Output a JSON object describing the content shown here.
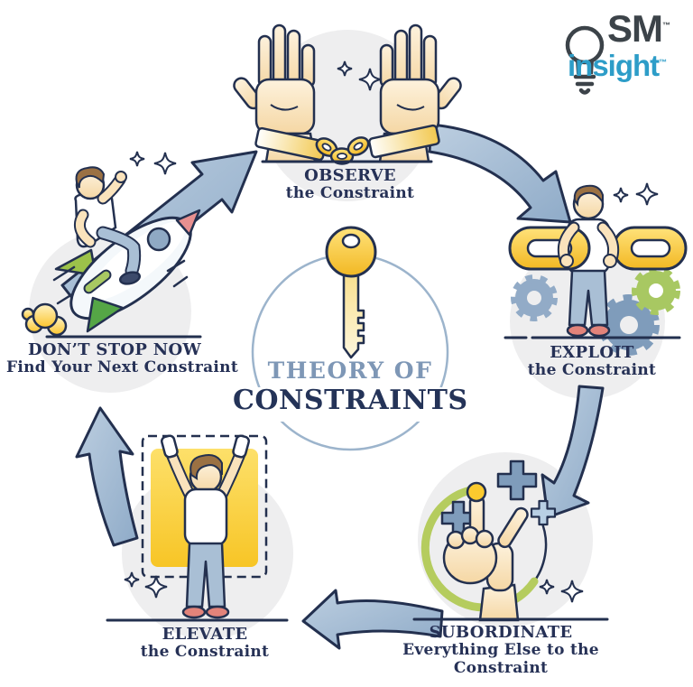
{
  "logo": {
    "sm": "SM",
    "sm_tm": "™",
    "insight": "insight",
    "insight_tm": "™"
  },
  "center": {
    "title_line1": "THEORY OF",
    "title_line2": "CONSTRAINTS"
  },
  "steps": {
    "observe": {
      "title": "OBSERVE",
      "subtitle": "the Constraint"
    },
    "exploit": {
      "title": "EXPLOIT",
      "subtitle": "the Constraint"
    },
    "subordinate": {
      "title": "SUBORDINATE",
      "subtitle_line1": "Everything Else to the",
      "subtitle_line2": "Constraint"
    },
    "elevate": {
      "title": "ELEVATE",
      "subtitle": "the Constraint"
    },
    "dont_stop": {
      "title": "DON’T STOP NOW",
      "subtitle": "Find Your Next Constraint"
    }
  },
  "colors": {
    "outline_navy": "#23304f",
    "text_navy": "#263156",
    "slate_blue": "#7e97b6",
    "arrow_fill": "#a4bbd3",
    "gold": "#f5c636",
    "green": "#a8c862",
    "dark_green": "#55a646",
    "gray_circle": "#eeeeef",
    "jeans_blue": "#a9bfd5",
    "shoe_salmon": "#e2837a",
    "logo_blue": "#2d9dc8",
    "logo_dark": "#3c4349"
  }
}
